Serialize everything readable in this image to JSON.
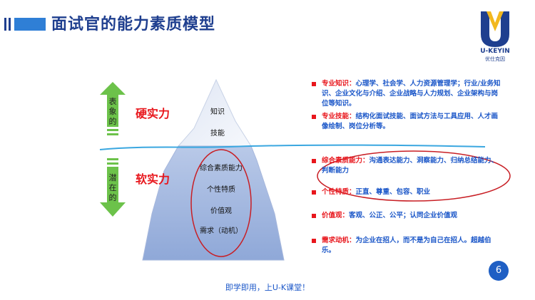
{
  "header": {
    "title": "面试官的能力素质模型"
  },
  "logo": {
    "name": "U-KEYIN",
    "sub": "优仕克因"
  },
  "left": {
    "top_arrow_label": "表象的",
    "bottom_arrow_label": "潜在的",
    "hard_power": "硬实力",
    "soft_power": "软实力"
  },
  "iceberg": {
    "above": [
      "知识",
      "技能"
    ],
    "below": [
      "综合素质能力",
      "个性特质",
      "价值观",
      "需求（动机）"
    ]
  },
  "bullets": [
    {
      "key": "专业知识：",
      "text": "心理学、社会学、人力资源管理学；行业/业务知识、企业文化与介绍、企业战略与人力规划、企业架构与岗位等知识。"
    },
    {
      "key": "专业技能：",
      "text": "结构化面试技能、面试方法与工具应用、人才画像绘制、岗位分析等。"
    },
    {
      "key": "综合素质能力：",
      "text": "沟通表达能力、洞察能力、归纳总结能力、判断能力"
    },
    {
      "key": "个性特质：",
      "text": "正直、尊重、包容、职业"
    },
    {
      "key": "价值观：",
      "text": "客观、公正、公平；认同企业价值观"
    },
    {
      "key": "需求动机：",
      "text": "为企业在招人，而不是为自己在招人。超越伯乐。"
    }
  ],
  "footer": "即学即用，上U-K课堂！",
  "page_number": "6",
  "colors": {
    "accent_blue": "#1f3f8f",
    "red": "#e8161c",
    "arrow_green": "#6cc24a",
    "bullet_blue": "#1a56c8"
  }
}
